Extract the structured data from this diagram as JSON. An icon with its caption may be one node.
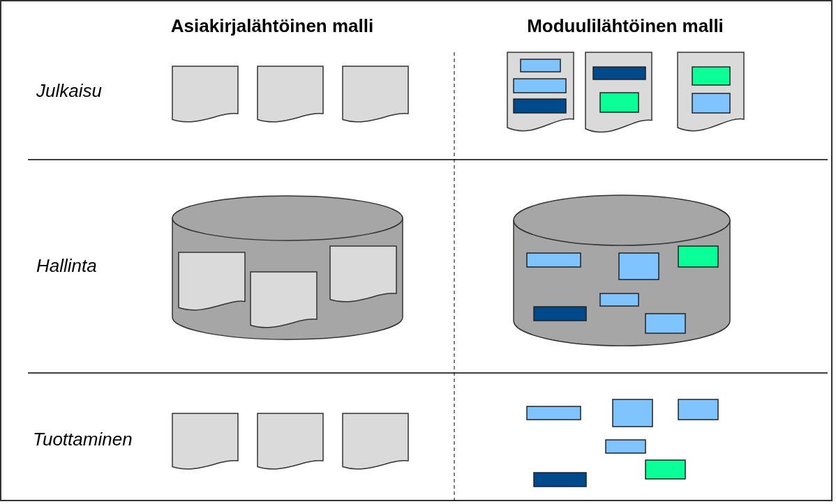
{
  "diagram": {
    "labels": [
      "Asiakirjalähtöinen malli",
      "Moduulilähtöinen malli",
      "Julkaisu",
      "Hallinta",
      "Tuottaminen"
    ]
  }
}
